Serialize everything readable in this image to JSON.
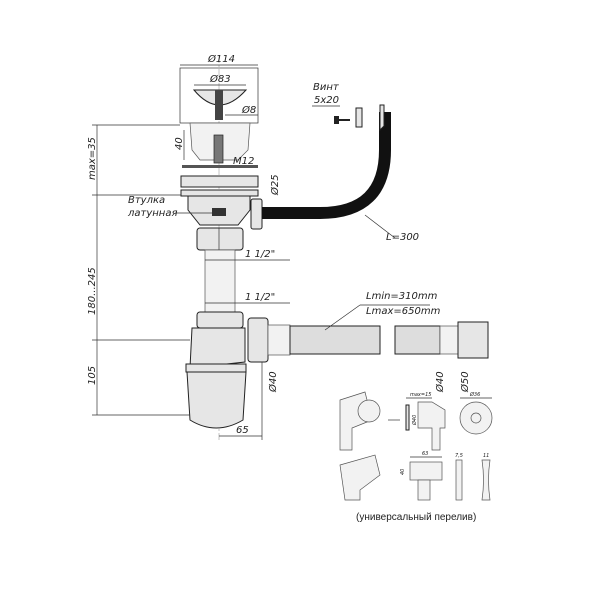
{
  "labels": {
    "d114": "Ø114",
    "d83": "Ø83",
    "d8": "Ø8",
    "screw_title": "Винт",
    "screw_size": "5x20",
    "h40": "40",
    "m12": "M12",
    "max35": "max=35",
    "d25": "Ø25",
    "bushing_1": "Втулка",
    "bushing_2": "латунная",
    "thread_1": "1 1/2\"",
    "thread_2": "1 1/2\"",
    "range": "180...245",
    "hose_len": "L=300",
    "lmin": "Lmin=310mm",
    "lmax": "Lmax=650mm",
    "h105": "105",
    "w65": "65",
    "d40_trap": "Ø40",
    "d40_end": "Ø40",
    "d50": "Ø50",
    "overflow_max15": "max=15",
    "overflow_d40": "Ø40",
    "overflow_d36": "Ø36",
    "overflow_63": "63",
    "overflow_40": "40",
    "overflow_75": "7,5",
    "overflow_11": "11",
    "caption": "(универсальный перелив)"
  }
}
